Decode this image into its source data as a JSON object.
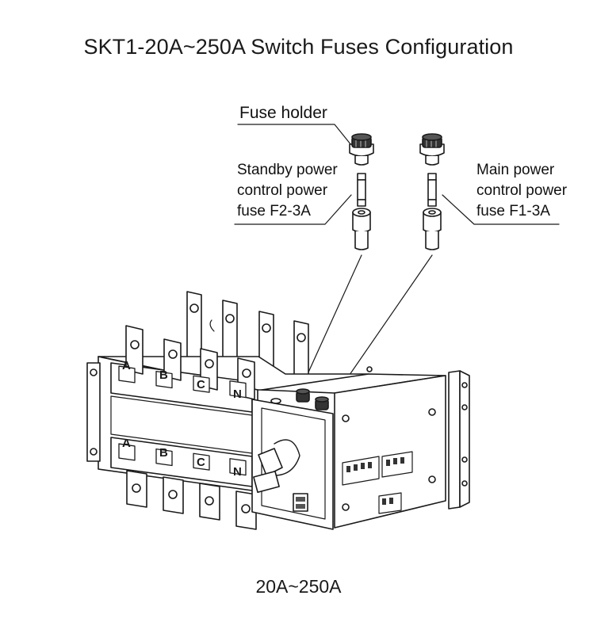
{
  "title": "SKT1-20A~250A Switch Fuses Configuration",
  "labels": {
    "fuse_holder": "Fuse holder",
    "standby": [
      "Standby power",
      "control power",
      "fuse F2-3A"
    ],
    "main": [
      "Main power",
      "control power",
      "fuse F1-3A"
    ]
  },
  "terminals_top": [
    "A",
    "B",
    "C",
    "N"
  ],
  "terminals_bottom": [
    "A",
    "B",
    "C",
    "N"
  ],
  "caption": "20A~250A"
}
